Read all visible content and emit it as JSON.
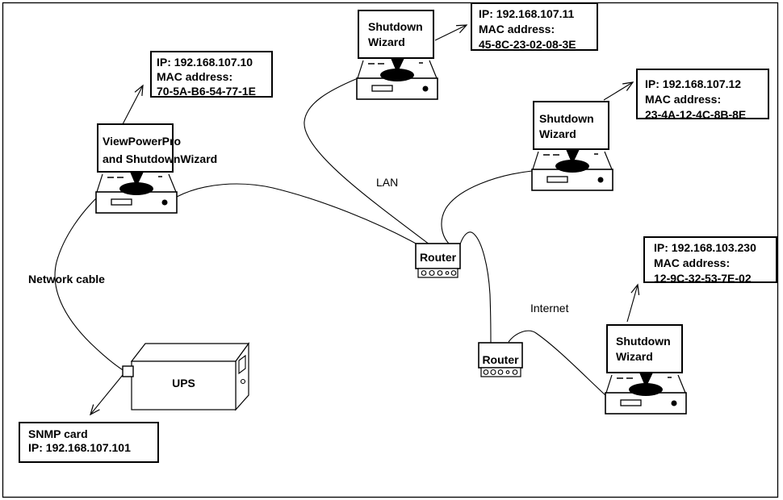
{
  "diagram": {
    "computers": {
      "viewpower": {
        "line1": "ViewPowerPro",
        "line2": "and ShutdownWizard"
      },
      "top": {
        "line1": "Shutdown",
        "line2": "Wizard"
      },
      "right": {
        "line1": "Shutdown",
        "line2": "Wizard"
      },
      "bottom_right": {
        "line1": "Shutdown",
        "line2": "Wizard"
      }
    },
    "info_boxes": {
      "viewpower": {
        "ip": "IP: 192.168.107.10",
        "mac_label": "MAC address:",
        "mac": "70-5A-B6-54-77-1E"
      },
      "top": {
        "ip": "IP: 192.168.107.11",
        "mac_label": "MAC address:",
        "mac": "45-8C-23-02-08-3E"
      },
      "right": {
        "ip": "IP: 192.168.107.12",
        "mac_label": "MAC address:",
        "mac": "23-4A-12-4C-8B-8E"
      },
      "bottom_right": {
        "ip": "IP: 192.168.103.230",
        "mac_label": "MAC address:",
        "mac": "12-9C-32-53-7E-02"
      },
      "snmp": {
        "line1": "SNMP card",
        "line2": "IP: 192.168.107.101"
      }
    },
    "devices": {
      "router_center": "Router",
      "router_bottom": "Router",
      "ups": "UPS"
    },
    "labels": {
      "lan": "LAN",
      "internet": "Internet",
      "network_cable": "Network cable"
    },
    "colors": {
      "ink": "#000000",
      "background": "#ffffff"
    }
  }
}
